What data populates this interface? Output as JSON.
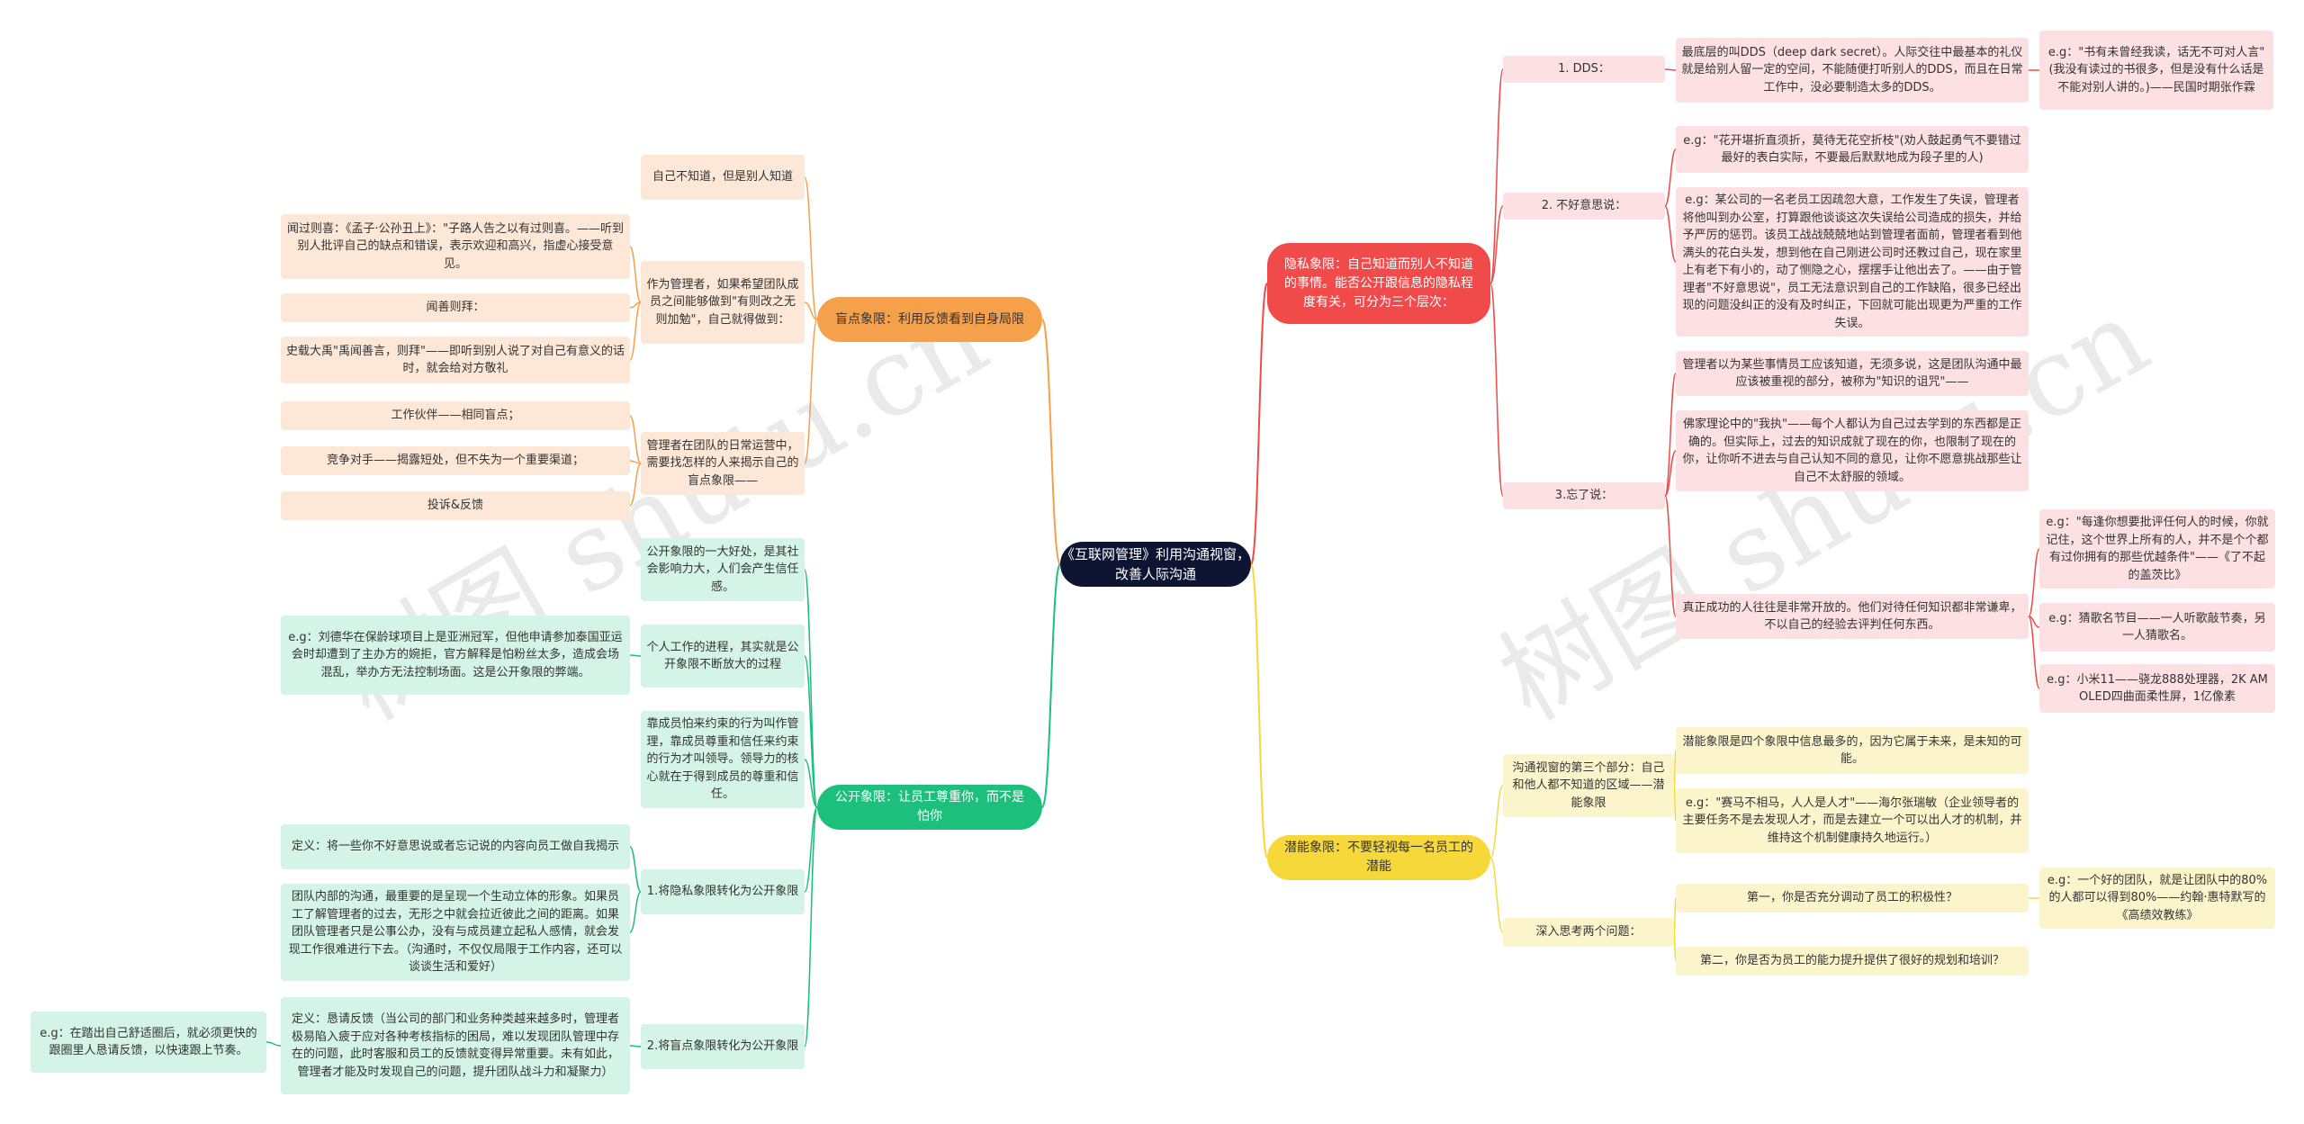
{
  "watermark": "树图 shutu.cn",
  "root": "《互联网管理》利用沟通视窗，改善人际沟通",
  "hidden": {
    "label": "隐私象限：自己知道而别人不知道的事情。能否公开跟信息的隐私程度有关，可分为三个层次：",
    "dds": {
      "label": "1. DDS：",
      "desc": "最底层的叫DDS（deep dark secret）。人际交往中最基本的礼仪就是给别人留一定的空间，不能随便打听别人的DDS，而且在日常工作中，没必要制造太多的DDS。",
      "eg": "e.g：\"书有未曾经我读，话无不可对人言\"(我没有读过的书很多，但是没有什么话是不能对别人讲的。)——民国时期张作霖"
    },
    "shy": {
      "label": "2. 不好意思说：",
      "eg1": "e.g：\"花开堪折直须折，莫待无花空折枝\"(劝人鼓起勇气不要错过最好的表白实际，不要最后默默地成为段子里的人)",
      "eg2": "e.g：某公司的一名老员工因疏忽大意，工作发生了失误，管理者将他叫到办公室，打算跟他谈谈这次失误给公司造成的损失，并给予严厉的惩罚。该员工战战兢兢地站到管理者面前，管理者看到他满头的花白头发，想到他在自己刚进公司时还教过自己，现在家里上有老下有小的，动了恻隐之心，摆摆手让他出去了。——由于管理者\"不好意思说\"，员工无法意识到自己的工作缺陷，很多已经出现的问题没纠正的没有及时纠正，下回就可能出现更为严重的工作失误。"
    },
    "forget": {
      "label": "3.忘了说：",
      "t1": "管理者以为某些事情员工应该知道，无须多说，这是团队沟通中最应该被重视的部分，被称为\"知识的诅咒\"——",
      "t2": "佛家理论中的\"我执\"——每个人都认为自己过去学到的东西都是正确的。但实际上，过去的知识成就了现在的你，也限制了现在的你，让你听不进去与自己认知不同的意见，让你不愿意挑战那些让自己不太舒服的领域。",
      "t3": "真正成功的人往往是非常开放的。他们对待任何知识都非常谦卑，不以自己的经验去评判任何东西。",
      "eg1": "e.g：\"每逢你想要批评任何人的时候，你就记住，这个世界上所有的人，并不是个个都有过你拥有的那些优越条件\"——《了不起的盖茨比》",
      "eg2": "e.g：猜歌名节目——一人听歌敲节奏，另一人猜歌名。",
      "eg3": "e.g：小米11——骁龙888处理器，2K AMOLED四曲面柔性屏，1亿像素"
    }
  },
  "blind": {
    "label": "盲点象限：利用反馈看到自身局限",
    "c1": "自己不知道，但是别人知道",
    "c2": "作为管理者，如果希望团队成员之间能够做到\"有则改之无则加勉\"，自己就得做到：",
    "c2a": "闻过则喜：《孟子·公孙丑上》：\"子路人告之以有过则喜。——听到别人批评自己的缺点和错误，表示欢迎和高兴，指虚心接受意见。",
    "c2b": "闻善则拜：",
    "c2c": "史载大禹\"禹闻善言，则拜\"——即听到别人说了对自己有意义的话时，就会给对方敬礼",
    "c3": "管理者在团队的日常运营中，需要找怎样的人来揭示自己的盲点象限——",
    "c3a": "工作伙伴——相同盲点；",
    "c3b": "竞争对手——揭露短处，但不失为一个重要渠道；",
    "c3c": "投诉&反馈"
  },
  "public": {
    "label": "公开象限：让员工尊重你，而不是怕你",
    "p1": "公开象限的一大好处，是其社会影响力大，人们会产生信任感。",
    "p2": "个人工作的进程，其实就是公开象限不断放大的过程",
    "p2a": "e.g：刘德华在保龄球项目上是亚洲冠军，但他申请参加泰国亚运会时却遭到了主办方的婉拒，官方解释是怕粉丝太多，造成会场混乱，举办方无法控制场面。这是公开象限的弊端。",
    "p3": "靠成员怕来约束的行为叫作管理，靠成员尊重和信任来约束的行为才叫领导。领导力的核心就在于得到成员的尊重和信任。",
    "p4": "1.将隐私象限转化为公开象限",
    "p4a": "定义：将一些你不好意思说或者忘记说的内容向员工做自我揭示",
    "p4b": "团队内部的沟通，最重要的是呈现一个生动立体的形象。如果员工了解管理者的过去，无形之中就会拉近彼此之间的距离。如果团队管理者只是公事公办，没有与成员建立起私人感情，就会发现工作很难进行下去。（沟通时，不仅仅局限于工作内容，还可以谈谈生活和爱好）",
    "p5": "2.将盲点象限转化为公开象限",
    "p5a": "定义：恳请反馈（当公司的部门和业务种类越来越多时，管理者极易陷入疲于应对各种考核指标的困局，难以发现团队管理中存在的问题，此时客服和员工的反馈就变得异常重要。未有如此，管理者才能及时发现自己的问题，提升团队战斗力和凝聚力）",
    "p5b": "e.g：在踏出自己舒适圈后，就必须更快的跟圈里人恳请反馈，以快速跟上节奏。"
  },
  "potential": {
    "label": "潜能象限：不要轻视每一名员工的潜能",
    "q1": "沟通视窗的第三个部分：自己和他人都不知道的区域——潜能象限",
    "q1a": "潜能象限是四个象限中信息最多的，因为它属于未来，是未知的可能。",
    "q1b": "e.g：\"赛马不相马，人人是人才\"——海尔张瑞敏（企业领导者的主要任务不是去发现人才，而是去建立一个可以出人才的机制，并维持这个机制健康持久地运行。）",
    "q2": "深入思考两个问题：",
    "q2a": "第一，你是否充分调动了员工的积极性？",
    "q2aeg": "e.g：一个好的团队，就是让团队中的80%的人都可以得到80%——约翰·惠特默写的《高绩效教练》",
    "q2b": "第二，你是否为员工的能力提升提供了很好的规划和培训？"
  },
  "colors": {
    "red": "#f14a4a",
    "orange": "#f5a04b",
    "green": "#1dbf7c",
    "yellow": "#f6d83a",
    "root": "#0e1533"
  }
}
